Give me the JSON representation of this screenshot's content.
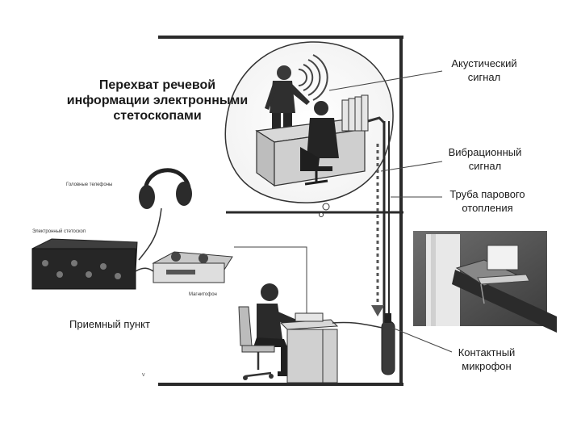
{
  "title": {
    "line1": "Перехват речевой",
    "line2": "информации электронными",
    "line3": "стетоскопами"
  },
  "labels": {
    "acoustic": [
      "Акустический",
      "сигнал"
    ],
    "vibration": [
      "Вибрационный",
      "сигнал"
    ],
    "pipe": [
      "Труба парового",
      "отопления"
    ],
    "contact_mic": [
      "Контактный",
      "микрофон"
    ],
    "receiving_point": "Приемный пункт",
    "headphones": "Головные телефоны",
    "stethoscope": "Электронный стетоскоп",
    "recorder": "Магнитофон"
  },
  "colors": {
    "ink": "#1a1a1a",
    "wall": "#2a2a2a",
    "photo_bg": "#5a5a5a",
    "device": "#2b2b2b"
  }
}
